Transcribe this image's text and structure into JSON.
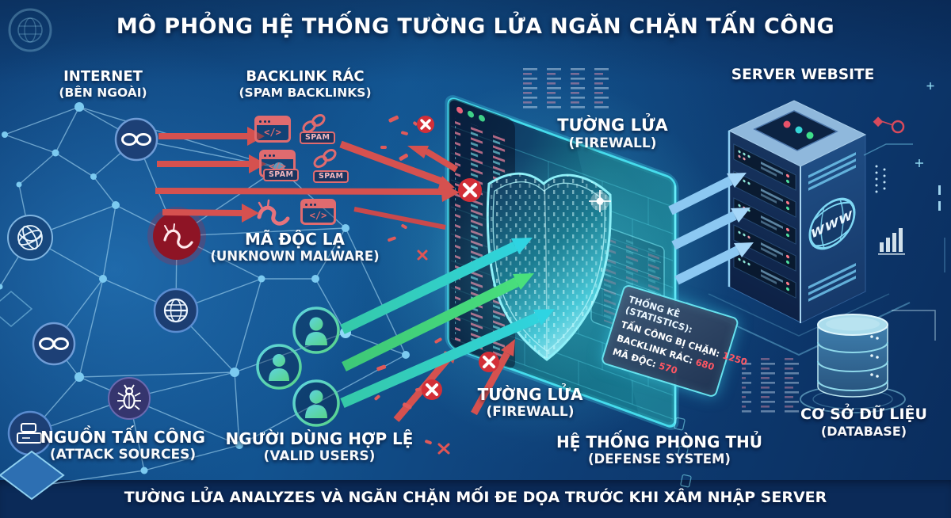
{
  "title": "MÔ PHỎNG HỆ THỐNG TƯỜNG LỬA NGĂN CHẶN TẤN CÔNG",
  "footer": "TƯỜNG LỬA ANALYZES VÀ NGĂN CHẶN MỐI ĐE DỌA TRƯỚC KHI XÂM NHẬP SERVER",
  "labels": {
    "internet_main": "INTERNET",
    "internet_sub": "(BÊN NGOÀI)",
    "backlink_main": "BACKLINK RÁC",
    "backlink_sub": "(SPAM BACKLINKS)",
    "malware_main": "MÃ ĐỘC LẠ",
    "malware_sub": "(UNKNOWN MALWARE)",
    "attack_main": "NGUỒN TẤN CÔNG",
    "attack_sub": "(ATTACK SOURCES)",
    "users_main": "NGƯỜI DÙNG HỢP LỆ",
    "users_sub": "(VALID USERS)",
    "firewall_main": "TƯỜNG LỬA",
    "firewall_sub": "(FIREWALL)",
    "defense_main": "HỆ THỐNG PHÒNG THỦ",
    "defense_sub": "(DEFENSE SYSTEM)",
    "server_main": "SERVER WEBSITE",
    "database_main": "CƠ SỞ DỮ LIỆU",
    "database_sub": "(DATABASE)"
  },
  "stats": {
    "title": "THỐNG KÊ (STATISTICS):",
    "rows": [
      {
        "label": "TẤN CÔNG BỊ CHẶN:",
        "value": "1250"
      },
      {
        "label": "BACKLINK RÁC:",
        "value": "680"
      },
      {
        "label": "MÃ ĐỘC:",
        "value": "570"
      }
    ]
  },
  "icons": {
    "spam_tag": "SPAM",
    "code_glyph": "</>",
    "www": "WWW"
  },
  "colors": {
    "attack_red": "#d5514f",
    "safe_green": "#46cf86",
    "firewall_cyan": "#3fdbea",
    "server_blue": "#8cc8f2",
    "stat_value_red": "#ff5663",
    "background_navy": "#0e3d74"
  }
}
